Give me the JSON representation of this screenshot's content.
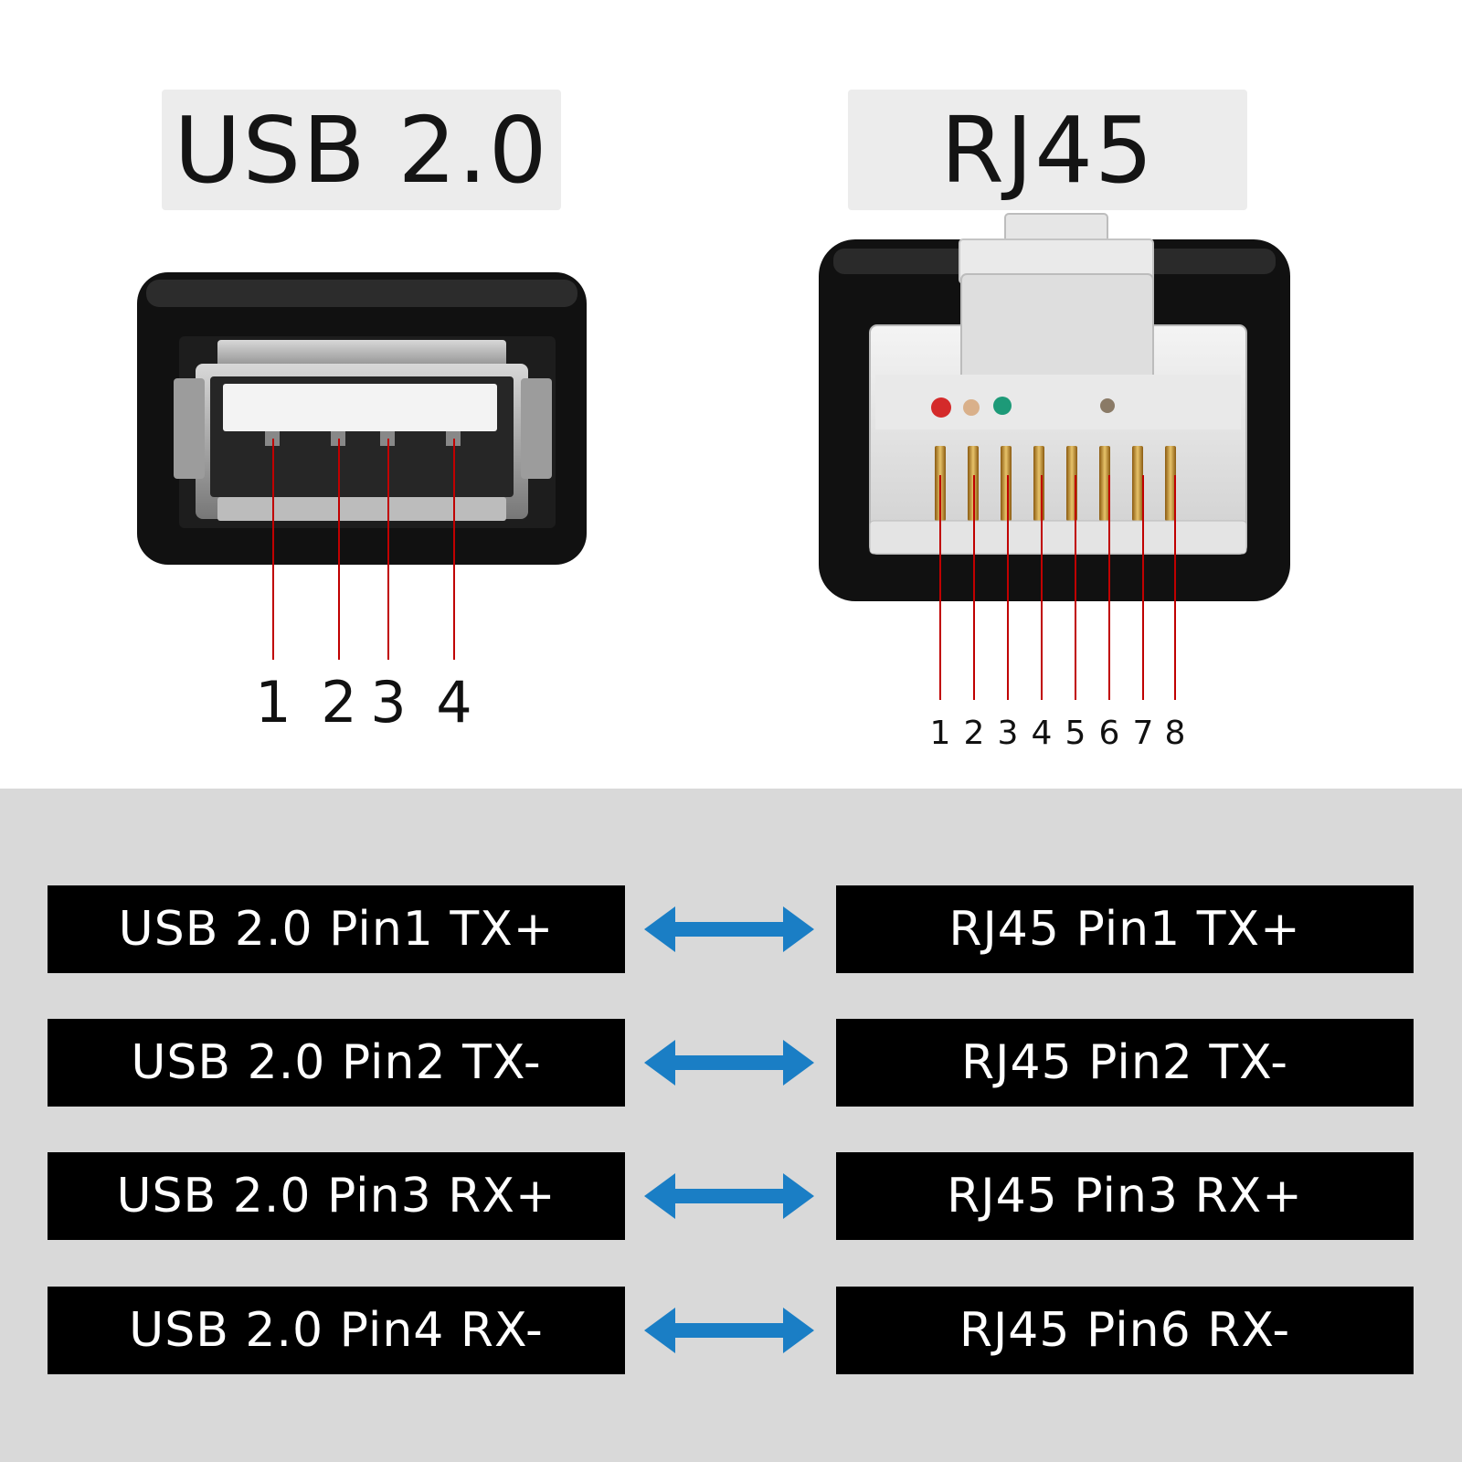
{
  "usb": {
    "title": "USB 2.0",
    "pins": [
      "1",
      "2",
      "3",
      "4"
    ]
  },
  "rj45": {
    "title": "RJ45",
    "pins": [
      "1",
      "2",
      "3",
      "4",
      "5",
      "6",
      "7",
      "8"
    ]
  },
  "mapping": [
    {
      "left": "USB 2.0 Pin1 TX+",
      "right": "RJ45 Pin1 TX+"
    },
    {
      "left": "USB 2.0 Pin2 TX-",
      "right": "RJ45 Pin2 TX-"
    },
    {
      "left": "USB 2.0 Pin3 RX+",
      "right": "RJ45 Pin3 RX+"
    },
    {
      "left": "USB 2.0 Pin4 RX-",
      "right": "RJ45 Pin6 RX-"
    }
  ],
  "colors": {
    "arrow": "#1a7ec5",
    "leader_line": "#c00000",
    "panel_bg": "#d9d9d9"
  }
}
